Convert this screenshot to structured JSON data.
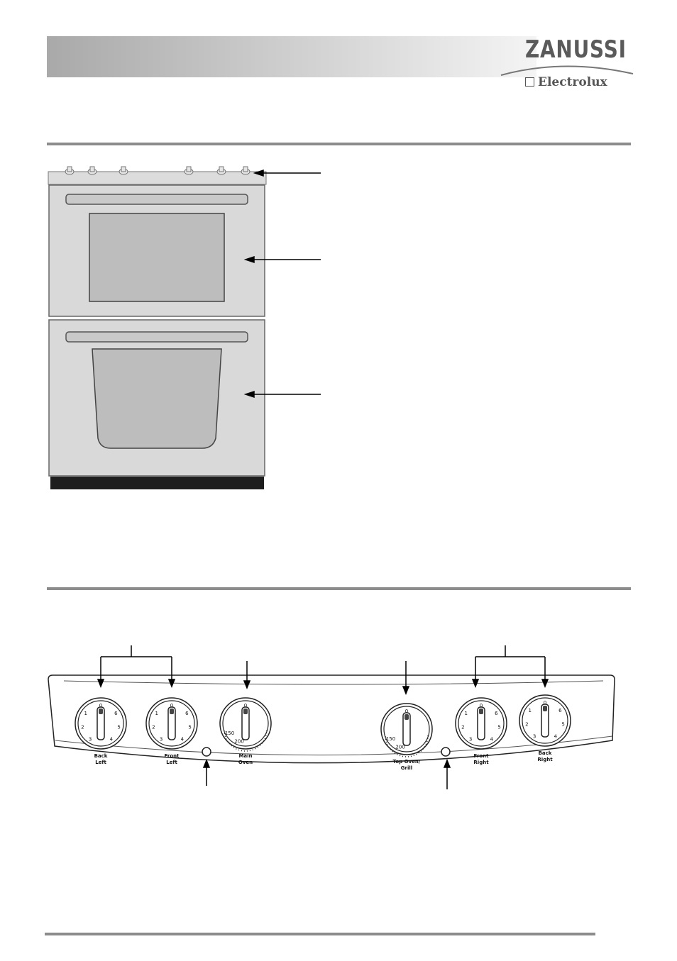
{
  "header": {
    "brand": "ZANUSSI",
    "subbrand": "Electrolux"
  },
  "control_panel": {
    "knobs": [
      {
        "label_line1": "Back",
        "label_line2": "Left",
        "marks": [
          "0",
          "6",
          "5",
          "4",
          "3",
          "2",
          "1"
        ]
      },
      {
        "label_line1": "Front",
        "label_line2": "Left",
        "marks": [
          "0",
          "6",
          "5",
          "4",
          "3",
          "2",
          "1"
        ]
      },
      {
        "label_line1": "Main",
        "label_line2": "Oven",
        "marks": [
          "0",
          "200",
          "150"
        ]
      },
      {
        "label_line1": "Top Oven/",
        "label_line2": "Grill",
        "marks": [
          "0",
          "200",
          "150"
        ]
      },
      {
        "label_line1": "Front",
        "label_line2": "Right",
        "marks": [
          "0",
          "6",
          "5",
          "4",
          "3",
          "2",
          "1"
        ]
      },
      {
        "label_line1": "Back",
        "label_line2": "Right",
        "marks": [
          "0",
          "6",
          "5",
          "4",
          "3",
          "2",
          "1"
        ]
      }
    ]
  }
}
